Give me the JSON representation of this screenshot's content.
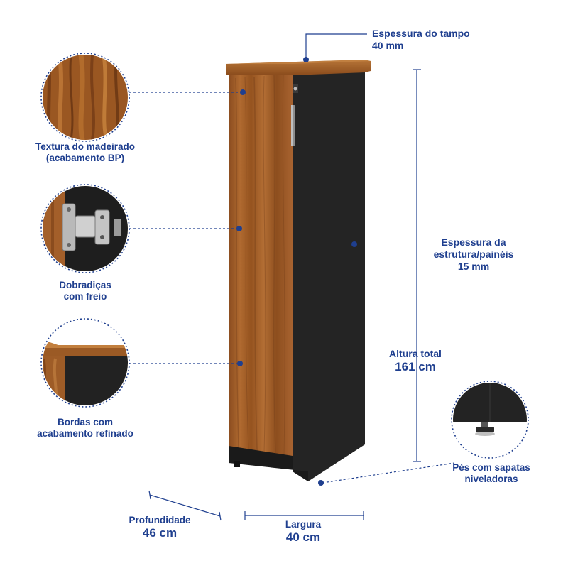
{
  "colors": {
    "accent": "#1f3f8f",
    "wood": "#a3602b",
    "wood_dark": "#6e3a16",
    "carcass": "#242424"
  },
  "callouts": {
    "top_thickness": {
      "title": "Espessura do tampo",
      "value": "40 mm"
    },
    "wood_texture": {
      "line1": "Textura do madeirado",
      "line2": "(acabamento BP)"
    },
    "hinges": {
      "line1": "Dobradiças",
      "line2": "com freio"
    },
    "edges": {
      "line1": "Bordas com",
      "line2": "acabamento refinado"
    },
    "panel_thickness": {
      "line1": "Espessura da",
      "line2": "estrutura/painéis",
      "value": "15 mm"
    },
    "height": {
      "title": "Altura total",
      "value": "161 cm"
    },
    "feet": {
      "line1": "Pés com sapatas",
      "line2": "niveladoras"
    },
    "depth": {
      "title": "Profundidade",
      "value": "46 cm"
    },
    "width": {
      "title": "Largura",
      "value": "40 cm"
    }
  },
  "icons": [
    "lock-icon",
    "door-handle-icon",
    "hinge-icon",
    "leveling-foot-icon"
  ]
}
